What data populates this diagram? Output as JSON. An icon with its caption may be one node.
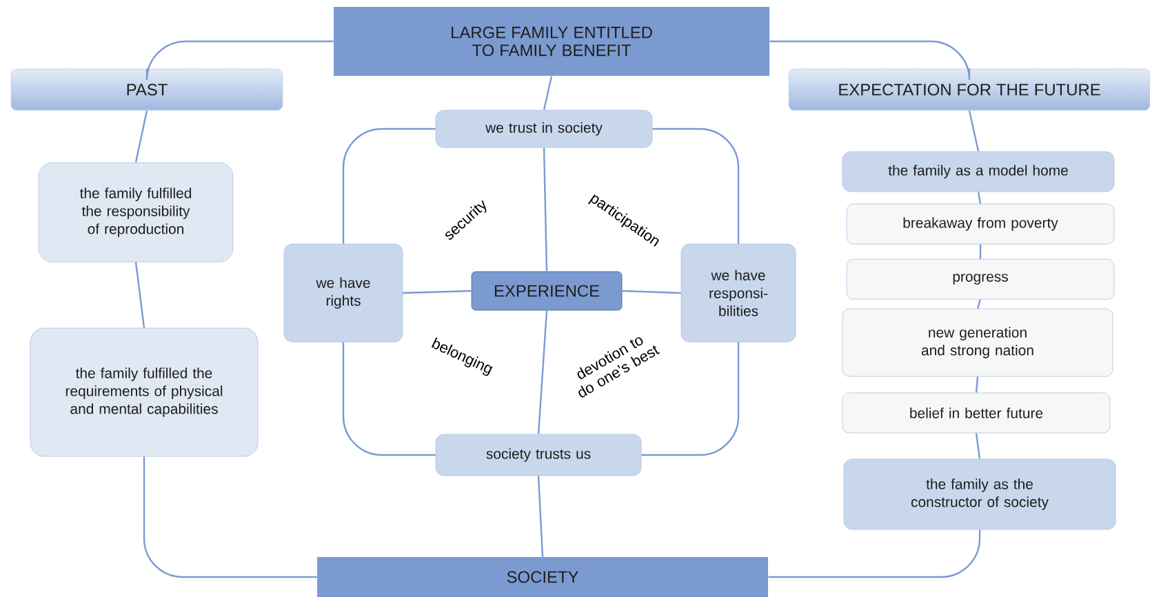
{
  "diagram": {
    "nodes": [
      {
        "text": [
          "LARGE FAMILY ENTITLED TO FAMILY BENEFIT"
        ]
      },
      {
        "text": [
          "PAST"
        ]
      },
      {
        "text": [
          "EXPECTATION FOR THE FUTURE"
        ]
      },
      {
        "text": [
          "we trust in society"
        ]
      },
      {
        "text": [
          "the family fulfilled the responsibility of reproduction"
        ]
      },
      {
        "text": [
          "the family as a model home"
        ]
      },
      {
        "text": [
          "breakaway from poverty"
        ]
      },
      {
        "text": [
          "we have rights"
        ]
      },
      {
        "text": [
          "EXPERIENCE"
        ]
      },
      {
        "text": [
          "we have responsi- bilities"
        ]
      },
      {
        "text": [
          "progress"
        ]
      },
      {
        "text": [
          "new  generation and strong nation"
        ]
      },
      {
        "text": [
          "the family fulfilled the requirements of physical and mental capabilities"
        ]
      },
      {
        "text": [
          "belief in better future"
        ]
      },
      {
        "text": [
          "society trusts us"
        ]
      },
      {
        "text": [
          "the family as the constructor of society"
        ]
      },
      {
        "text": [
          "SOCIETY"
        ]
      }
    ],
    "edges": [
      {
        "from": 0,
        "to": 1,
        "arrow": "none"
      },
      {
        "from": 0,
        "to": 2,
        "arrow": "none"
      },
      {
        "from": 0,
        "to": 3,
        "arrow": "none"
      },
      {
        "from": 3,
        "to": 8,
        "arrow": "none"
      },
      {
        "from": 8,
        "to": 14,
        "arrow": "none"
      },
      {
        "from": 14,
        "to": 16,
        "arrow": "none"
      },
      {
        "from": 3,
        "to": 7,
        "arrow": "none"
      },
      {
        "from": 3,
        "to": 9,
        "arrow": "none"
      },
      {
        "from": 7,
        "to": 14,
        "arrow": "none"
      },
      {
        "from": 9,
        "to": 14,
        "arrow": "none"
      },
      {
        "from": 7,
        "to": 8,
        "arrow": "none"
      },
      {
        "from": 8,
        "to": 9,
        "arrow": "none"
      },
      {
        "from": 1,
        "to": 4,
        "arrow": "none"
      },
      {
        "from": 4,
        "to": 12,
        "arrow": "none"
      },
      {
        "from": 12,
        "to": 16,
        "arrow": "none"
      },
      {
        "from": 2,
        "to": 5,
        "arrow": "none"
      },
      {
        "from": 5,
        "to": 6,
        "arrow": "none"
      },
      {
        "from": 6,
        "to": 10,
        "arrow": "none"
      },
      {
        "from": 10,
        "to": 11,
        "arrow": "none"
      },
      {
        "from": 11,
        "to": 13,
        "arrow": "none"
      },
      {
        "from": 13,
        "to": 15,
        "arrow": "none"
      },
      {
        "from": 15,
        "to": 16,
        "arrow": "none"
      }
    ],
    "labels": [
      "security",
      "participation",
      "belonging",
      "devotion to do one’s best"
    ]
  }
}
